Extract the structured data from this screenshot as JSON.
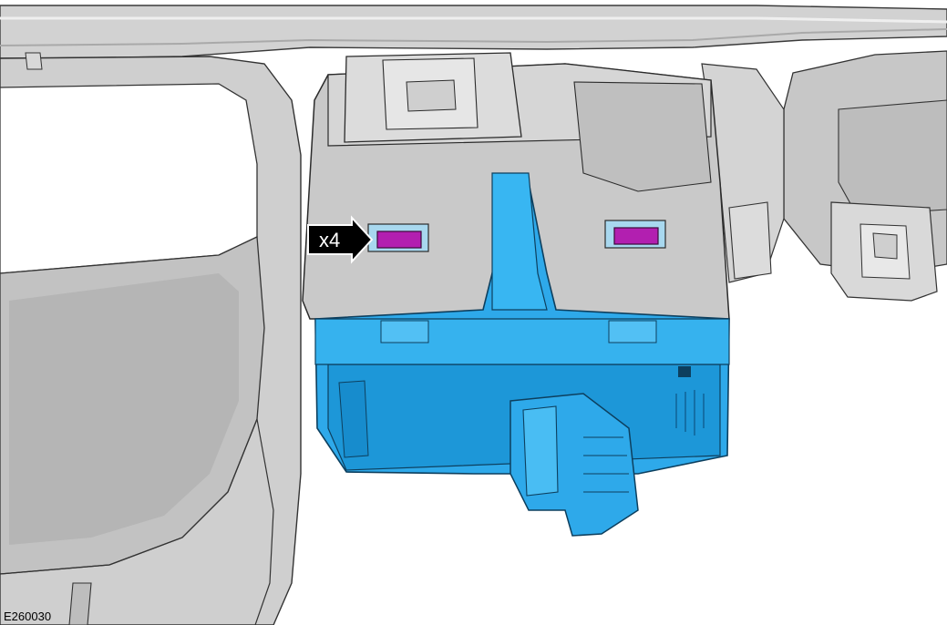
{
  "callout": {
    "label": "x4",
    "target": "retaining-clip-tabs"
  },
  "figure": {
    "reference_code": "E260030"
  },
  "colors": {
    "module_blue": "#2ea9ea",
    "module_blue_dark": "#1486c6",
    "clip_magenta": "#b21fb0",
    "housing_grey": "#c9c9c9",
    "trim_grey": "#d6d6d6",
    "outline": "#2b2b2b",
    "callout_bg": "#000000"
  }
}
